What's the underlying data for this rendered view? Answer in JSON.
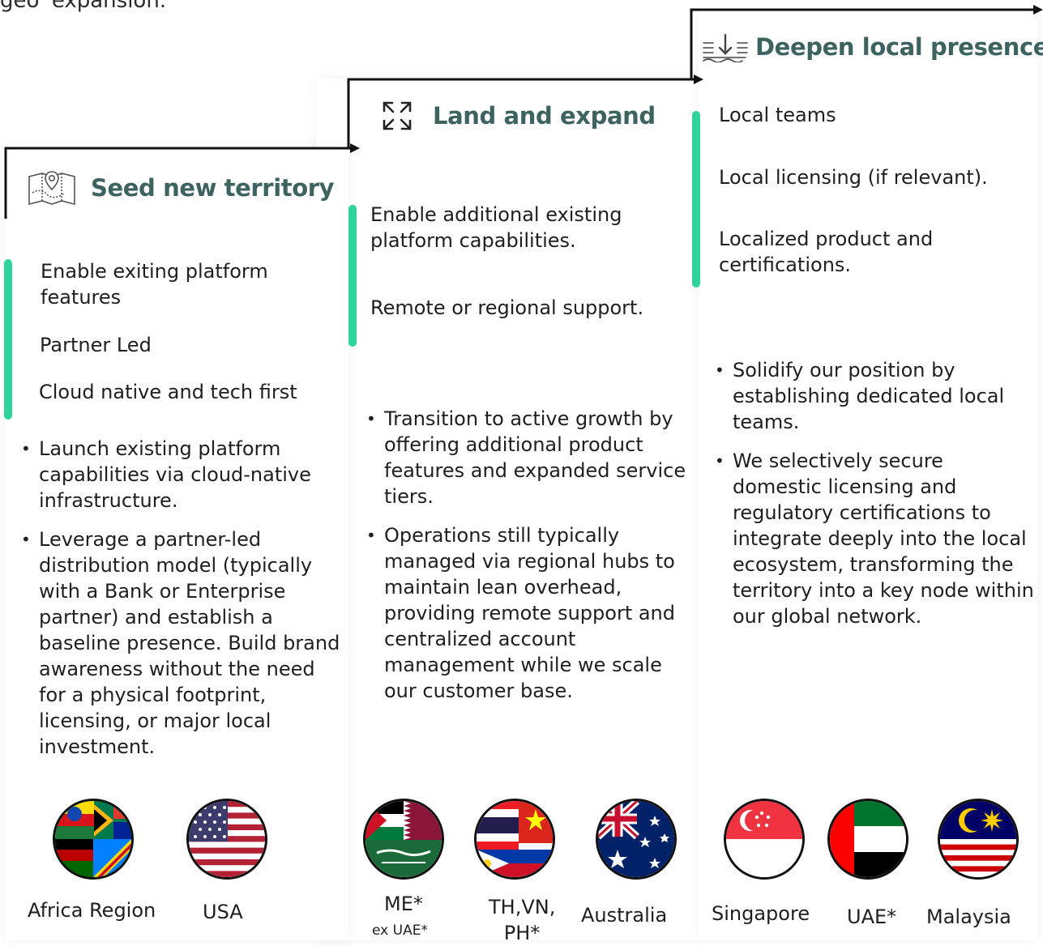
{
  "lead_text": "geo' expansion.",
  "stages": [
    {
      "title": "Seed new territory",
      "icon": "map-pin-icon",
      "features": [
        "Enable exiting platform features",
        "Partner Led",
        "Cloud native and tech first"
      ],
      "bullets": [
        "Launch existing platform capabilities via cloud-native infrastructure.",
        "Leverage a partner-led distribution model (typically with a Bank or Enterprise partner) and establish a baseline presence. Build brand awareness without the need for a physical footprint, licensing, or major local investment."
      ],
      "regions": [
        {
          "label": "Africa Region",
          "flag": "africa-flags-icon"
        },
        {
          "label": "USA",
          "flag": "usa-flag-icon"
        }
      ]
    },
    {
      "title": "Land and expand",
      "icon": "expand-icon",
      "features": [
        "Enable additional existing platform capabilities.",
        "Remote or regional support."
      ],
      "bullets": [
        "Transition to active growth by offering additional product features and expanded service tiers.",
        "Operations still typically managed via regional hubs to maintain lean overhead, providing remote support and centralized account management while we scale our customer base."
      ],
      "regions": [
        {
          "label": "ME*",
          "sublabel": "ex UAE*",
          "flag": "middle-east-flags-icon"
        },
        {
          "label": "TH,VN, PH*",
          "flag": "th-vn-ph-flags-icon"
        },
        {
          "label": "Australia",
          "flag": "australia-flag-icon"
        }
      ]
    },
    {
      "title": "Deepen local presence",
      "icon": "roots-icon",
      "features": [
        "Local teams",
        "Local licensing (if relevant).",
        "Localized product and certifications."
      ],
      "bullets": [
        "Solidify our position by establishing dedicated local teams.",
        "We selectively secure domestic licensing and regulatory certifications to integrate deeply into the local ecosystem, transforming the territory into a key node within our global network."
      ],
      "regions": [
        {
          "label": "Singapore",
          "flag": "singapore-flag-icon"
        },
        {
          "label": "UAE*",
          "flag": "uae-flag-icon"
        },
        {
          "label": "Malaysia",
          "flag": "malaysia-flag-icon"
        }
      ]
    }
  ],
  "colors": {
    "accent": "#2ed39a",
    "heading": "#3c6360",
    "connector": "#111111"
  }
}
